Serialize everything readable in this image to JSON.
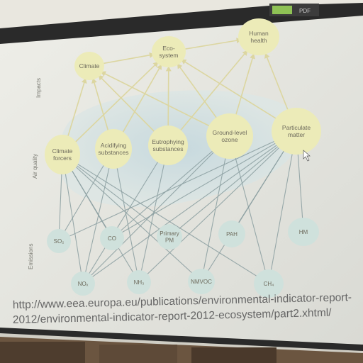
{
  "diagram": {
    "rows": {
      "impacts": "Impacts",
      "air_quality": "Air quality",
      "emissions": "Emissions"
    },
    "impacts": [
      {
        "id": "climate",
        "label": [
          "Climate"
        ]
      },
      {
        "id": "ecosystem",
        "label": [
          "Eco-",
          "system"
        ]
      },
      {
        "id": "health",
        "label": [
          "Human",
          "health"
        ]
      }
    ],
    "air_quality": [
      {
        "id": "climate-forcers",
        "label": [
          "Climate",
          "forcers"
        ]
      },
      {
        "id": "acidifying",
        "label": [
          "Acidifying",
          "substances"
        ]
      },
      {
        "id": "eutrophying",
        "label": [
          "Eutrophying",
          "substances"
        ]
      },
      {
        "id": "ozone",
        "label": [
          "Ground-level",
          "ozone"
        ]
      },
      {
        "id": "pm",
        "label": [
          "Particulate",
          "matter"
        ]
      }
    ],
    "emissions": [
      {
        "id": "so2",
        "label": [
          "SO₂"
        ]
      },
      {
        "id": "co",
        "label": [
          "CO"
        ]
      },
      {
        "id": "primary-pm",
        "label": [
          "Primary",
          "PM"
        ]
      },
      {
        "id": "pah",
        "label": [
          "PAH"
        ]
      },
      {
        "id": "hm",
        "label": [
          "HM"
        ]
      },
      {
        "id": "nox",
        "label": [
          "NOₓ"
        ]
      },
      {
        "id": "nh3",
        "label": [
          "NH₃"
        ]
      },
      {
        "id": "nmvoc",
        "label": [
          "NMVOC"
        ]
      },
      {
        "id": "ch4",
        "label": [
          "CH₄"
        ]
      }
    ]
  },
  "source_url": {
    "line1": "http://www.eea.europa.eu/publications/environmental-indicator-report-",
    "line2": "2012/environmental-indicator-report-2012-ecosystem/part2.xhtml/"
  },
  "toolbar": {
    "label": "PDF"
  },
  "colors": {
    "node_fill": "#ecebb8",
    "emission_fill": "#cfe1dc",
    "line": "#8a9ea0",
    "arrow": "#dcd6a0"
  }
}
